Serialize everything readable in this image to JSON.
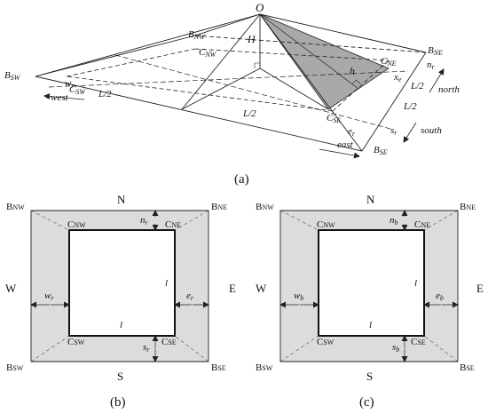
{
  "figure_a": {
    "apex": "O",
    "height": "H",
    "slant": "h",
    "x_label": "x",
    "x_sub": "e",
    "corners": {
      "nw": {
        "main": "B",
        "sub": "NW"
      },
      "ne": {
        "main": "B",
        "sub": "NE"
      },
      "sw": {
        "main": "B",
        "sub": "SW"
      },
      "se": {
        "main": "B",
        "sub": "SE"
      }
    },
    "inner_corners": {
      "nw": {
        "main": "C",
        "sub": "NW"
      },
      "ne": {
        "main": "C",
        "sub": "NE"
      },
      "sw": {
        "main": "C",
        "sub": "SW"
      },
      "se": {
        "main": "C",
        "sub": "SE"
      }
    },
    "half_labels": [
      "L/2",
      "L/2",
      "L/2",
      "L/2"
    ],
    "widths": {
      "w": {
        "main": "w",
        "sub": "r"
      },
      "n": {
        "main": "n",
        "sub": "r"
      },
      "e": {
        "main": "e",
        "sub": "r"
      },
      "s": {
        "main": "s",
        "sub": "r"
      }
    },
    "directions": {
      "west": "west",
      "north": "north",
      "south": "south",
      "east": "east"
    },
    "caption": "(a)"
  },
  "figure_b": {
    "north": "N",
    "south": "S",
    "west": "W",
    "east": "E",
    "corners": {
      "nw": {
        "main": "B",
        "sub": "NW"
      },
      "ne": {
        "main": "B",
        "sub": "NE"
      },
      "sw": {
        "main": "B",
        "sub": "SW"
      },
      "se": {
        "main": "B",
        "sub": "SE"
      }
    },
    "inner_corners": {
      "nw": {
        "main": "C",
        "sub": "NW"
      },
      "ne": {
        "main": "C",
        "sub": "NE"
      },
      "sw": {
        "main": "C",
        "sub": "SW"
      },
      "se": {
        "main": "C",
        "sub": "SE"
      }
    },
    "widths": {
      "n": {
        "main": "n",
        "sub": "r"
      },
      "w": {
        "main": "w",
        "sub": "r"
      },
      "e": {
        "main": "e",
        "sub": "r"
      },
      "s": {
        "main": "s",
        "sub": "r"
      }
    },
    "side_label": "l",
    "bottom_label": "l",
    "caption": "(b)"
  },
  "figure_c": {
    "north": "N",
    "south": "S",
    "west": "W",
    "east": "E",
    "corners": {
      "nw": {
        "main": "B",
        "sub": "NW"
      },
      "ne": {
        "main": "B",
        "sub": "NE"
      },
      "sw": {
        "main": "B",
        "sub": "SW"
      },
      "se": {
        "main": "B",
        "sub": "SE"
      }
    },
    "inner_corners": {
      "nw": {
        "main": "C",
        "sub": "NW"
      },
      "ne": {
        "main": "C",
        "sub": "NE"
      },
      "sw": {
        "main": "C",
        "sub": "SW"
      },
      "se": {
        "main": "C",
        "sub": "SE"
      }
    },
    "widths": {
      "n": {
        "main": "n",
        "sub": "b"
      },
      "w": {
        "main": "w",
        "sub": "b"
      },
      "e": {
        "main": "e",
        "sub": "b"
      },
      "s": {
        "main": "s",
        "sub": "b"
      }
    },
    "side_label": "l",
    "bottom_label": "l",
    "caption": "(c)"
  },
  "colors": {
    "shade": "#dcdcdc",
    "dark_shade": "#a9a9a9",
    "line": "#222222"
  }
}
